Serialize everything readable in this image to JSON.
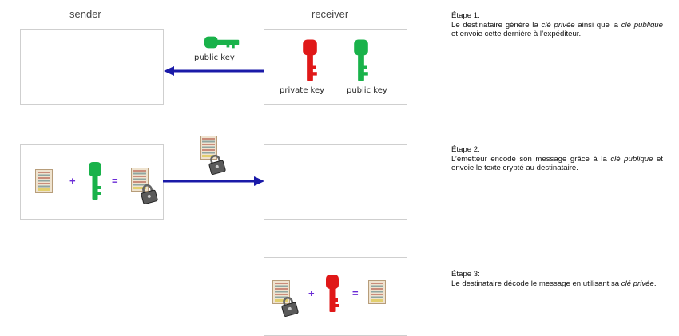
{
  "header": {
    "sender": "sender",
    "receiver": "receiver"
  },
  "labels": {
    "public_key_arrow": "public key",
    "private_key": "private key",
    "public_key_box": "public key"
  },
  "operators": {
    "plus": "+",
    "equals": "="
  },
  "steps": [
    {
      "title": "Étape 1:",
      "parts": [
        "Le destinataire génère la ",
        "clé privée",
        " ainsi que la ",
        "clé publique",
        " et envoie cette dernière à l’expéditeur."
      ]
    },
    {
      "title": "Étape 2:",
      "parts": [
        "L’émetteur encode son message grâce à la ",
        "clé publique",
        " et envoie le texte crypté au destinataire."
      ]
    },
    {
      "title": "Étape 3:",
      "parts": [
        "Le destinataire décode le message en utilisant sa ",
        "clé privée",
        "."
      ]
    }
  ],
  "colors": {
    "green_key": "#19b24a",
    "red_key": "#e01818",
    "arrow": "#1a1aa8",
    "operator": "#6a2bd6",
    "box_border": "#cfcfcf"
  },
  "icons": [
    "key-icon",
    "document-icon",
    "padlock-icon",
    "arrow-icon"
  ]
}
